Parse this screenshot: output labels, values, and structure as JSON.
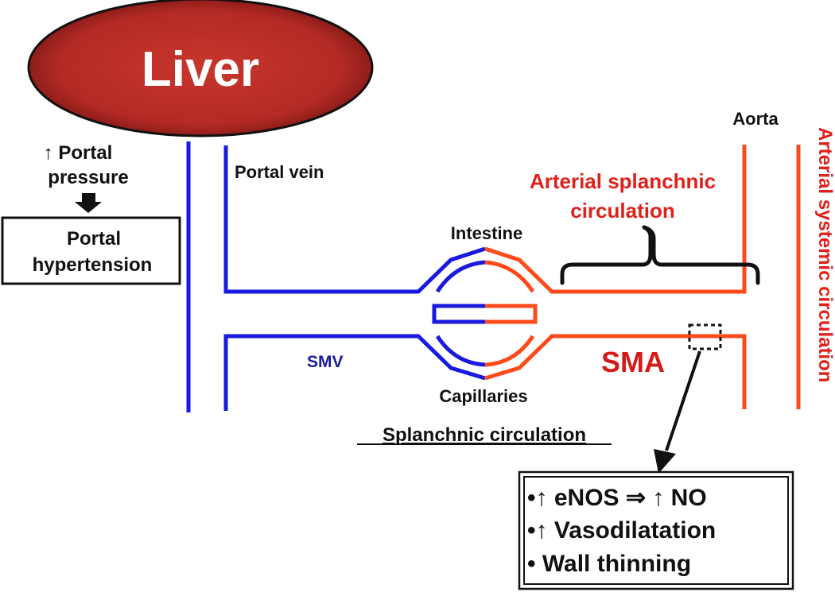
{
  "liver": {
    "label": "Liver"
  },
  "portal_pressure": {
    "line1": "↑ Portal",
    "line2": "pressure"
  },
  "portal_hypertension": {
    "line1": "Portal",
    "line2": "hypertension"
  },
  "portal_vein": {
    "label": "Portal vein"
  },
  "smv": {
    "label": "SMV"
  },
  "intestine": {
    "label": "Intestine"
  },
  "capillaries": {
    "label": "Capillaries"
  },
  "splanchnic": {
    "label": "Splanchnic circulation"
  },
  "arterial_splanchnic": {
    "line1": "Arterial splanchnic",
    "line2": "circulation"
  },
  "aorta": {
    "label": "Aorta"
  },
  "sma": {
    "label": "SMA"
  },
  "arterial_systemic": {
    "label": "Arterial systemic circulation"
  },
  "effects": {
    "items": [
      "•↑ eNOS ⇒ ↑ NO",
      "•↑ Vasodilatation",
      "• Wall thinning"
    ]
  },
  "colors": {
    "venous": "#1a1adf",
    "arterial": "#fc4a1a",
    "label_red": "#e0201a",
    "liver_fill": "#b32a25",
    "sma_red": "#d61a1a",
    "smv_blue": "#1a1aa0"
  }
}
